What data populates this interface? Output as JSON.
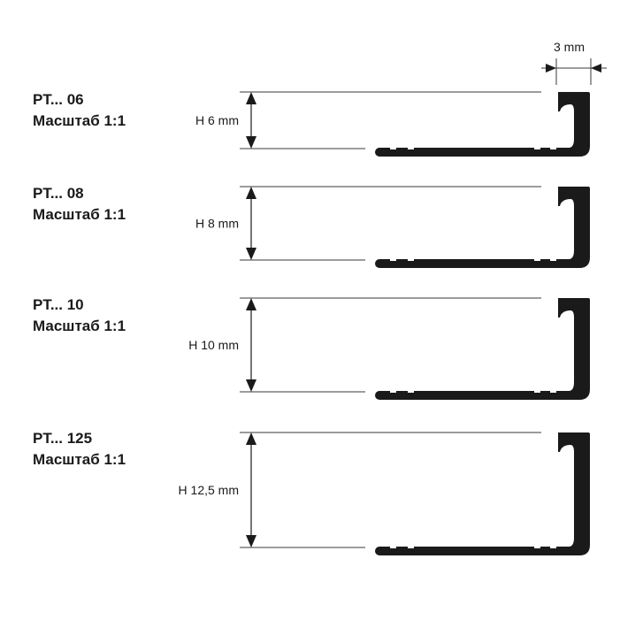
{
  "thickness_label": "3 mm",
  "profiles": [
    {
      "code": "PT...   06",
      "scale": "Масштаб 1:1",
      "height_label": "H 6 mm",
      "height_mm": 6
    },
    {
      "code": "PT... 08",
      "scale": "Масштаб 1:1",
      "height_label": "H 8 mm",
      "height_mm": 8
    },
    {
      "code": "PT... 10",
      "scale": "Масштаб 1:1",
      "height_label": "H 10 mm",
      "height_mm": 10
    },
    {
      "code": "PT... 125",
      "scale": "Масштаб 1:1",
      "height_label": "H 12,5 mm",
      "height_mm": 12.5
    }
  ],
  "colors": {
    "profile": "#1a1a1a",
    "line": "#3a3a3a"
  }
}
